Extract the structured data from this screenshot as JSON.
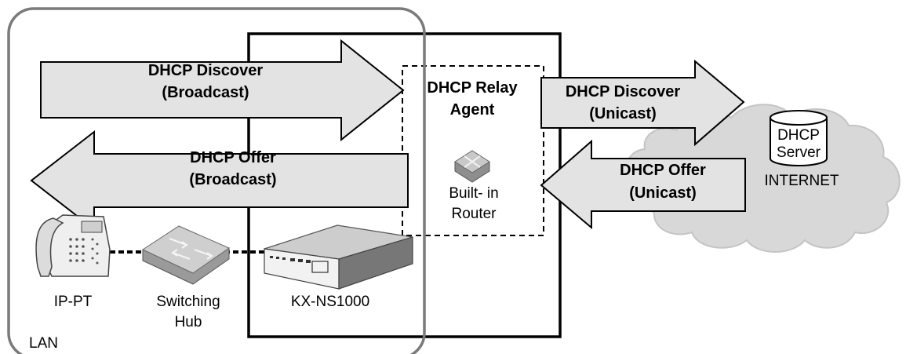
{
  "lan_label": "LAN",
  "internet_label": "INTERNET",
  "arrows": {
    "discover_broadcast": {
      "line1": "DHCP Discover",
      "line2": "(Broadcast)"
    },
    "offer_broadcast": {
      "line1": "DHCP Offer",
      "line2": "(Broadcast)"
    },
    "discover_unicast": {
      "line1": "DHCP Discover",
      "line2": "(Unicast)"
    },
    "offer_unicast": {
      "line1": "DHCP Offer",
      "line2": "(Unicast)"
    }
  },
  "relay_agent": {
    "line1": "DHCP Relay",
    "line2": "Agent"
  },
  "router": {
    "line1": "Built- in",
    "line2": "Router"
  },
  "dhcp_server": {
    "line1": "DHCP",
    "line2": "Server"
  },
  "devices": {
    "ip_pt": "IP-PT",
    "switching_hub_line1": "Switching",
    "switching_hub_line2": "Hub",
    "pbx": "KX-NS1000"
  }
}
